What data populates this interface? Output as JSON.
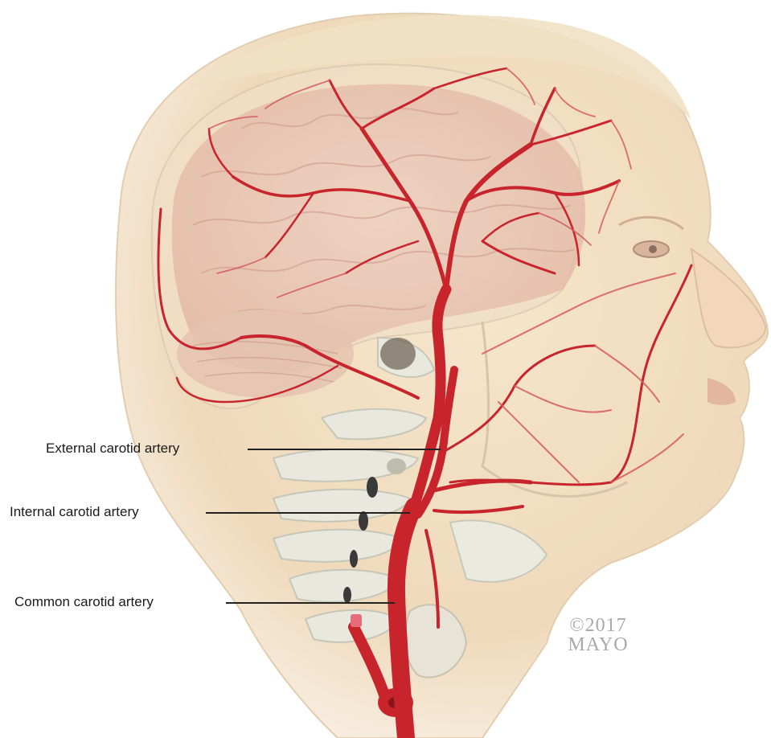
{
  "labels": {
    "external": "External carotid artery",
    "internal": "Internal carotid artery",
    "common": "Common carotid artery"
  },
  "copyright": {
    "year": "©2017",
    "brand": "MAYO"
  },
  "colors": {
    "artery": "#c8242c",
    "artery_light": "#d45a5e",
    "skin": "#f0dcc0",
    "brain": "#e8c4b4",
    "bone": "#e6e6dc"
  }
}
